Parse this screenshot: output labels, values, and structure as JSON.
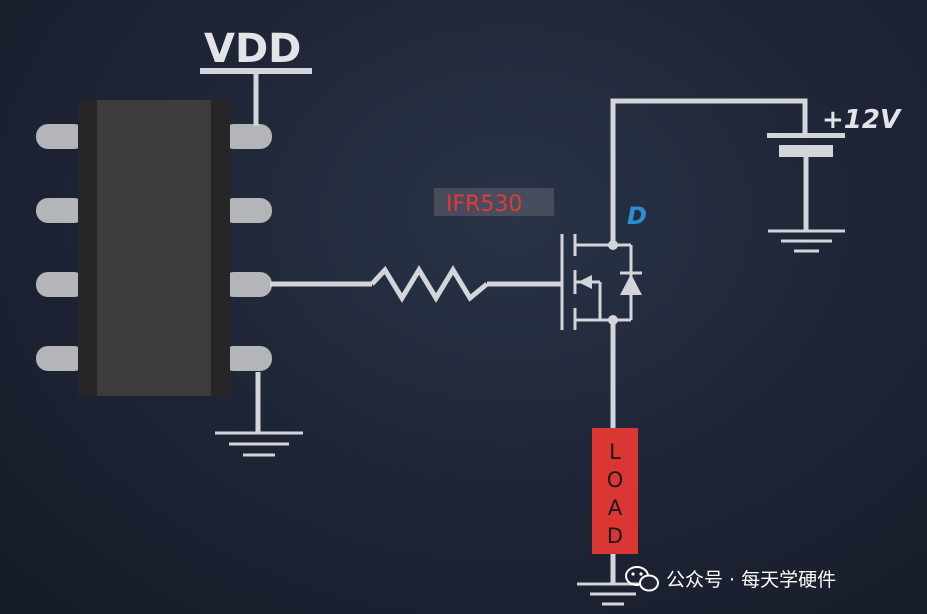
{
  "labels": {
    "vdd": "VDD",
    "supply": "+12V",
    "drain": "D",
    "part_number": "IFR530",
    "load": "LOAD"
  },
  "watermark": {
    "text": "公众号 · 每天学硬件",
    "icon": "wechat-icon"
  },
  "colors": {
    "background": "#1f2637",
    "wire": "#d3d5da",
    "chip_body": "#3c3c3c",
    "chip_edge": "#262626",
    "drain_label": "#2b8fd6",
    "part_number": "#e0393c",
    "load_box": "#d93634",
    "watermark": "#ffffff"
  }
}
